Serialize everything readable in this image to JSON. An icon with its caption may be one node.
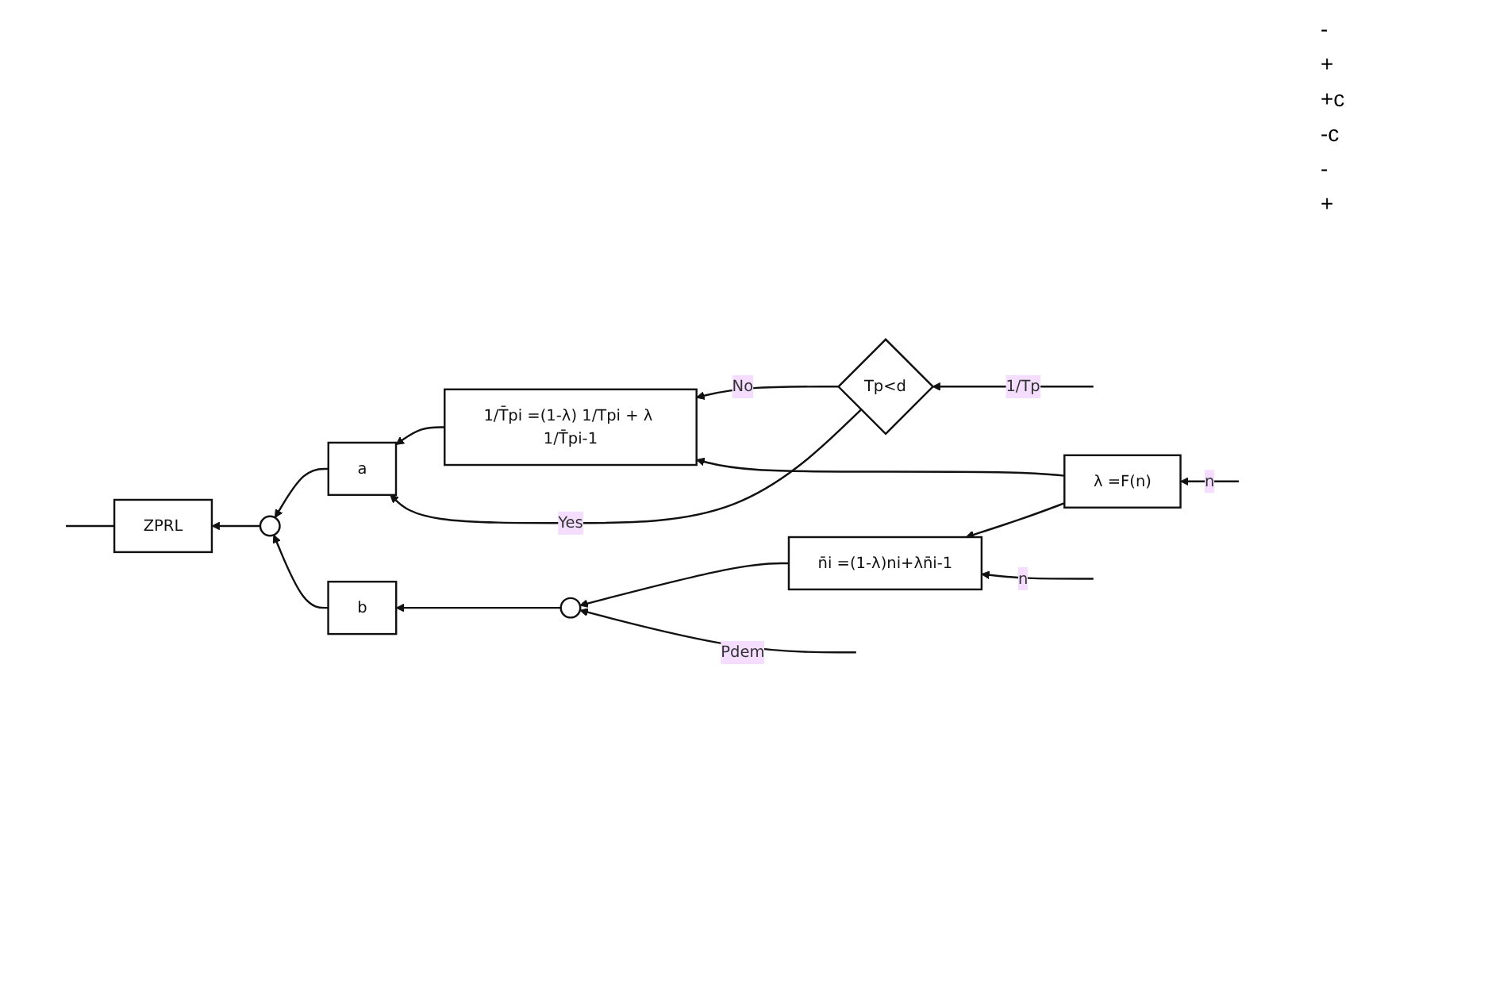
{
  "diagram": {
    "nodes": [
      {
        "text": [
          "ZPRL"
        ]
      },
      {
        "text": [],
        "shape": "circle"
      },
      {
        "text": [
          "a"
        ]
      },
      {
        "text": [
          "1/T̄pi =(1-λ) 1/Tpi + λ 1/T̄pi-1"
        ]
      },
      {
        "text": [
          "Tp<d"
        ]
      },
      {
        "text": [
          "λ =F(n)"
        ]
      },
      {
        "text": [
          "n̄i =(1-λ)ni+λn̄i-1"
        ]
      },
      {
        "text": [],
        "shape": "circle"
      },
      {
        "text": [
          "b"
        ]
      }
    ],
    "edges": [
      {
        "from": 1,
        "to": 0,
        "arrow": "to"
      },
      {
        "from": 0,
        "to": null,
        "arrow": "none"
      },
      {
        "from": 2,
        "to": 1,
        "arrow": "to"
      },
      {
        "from": 3,
        "to": 2,
        "arrow": "to"
      },
      {
        "from": 4,
        "to": 3,
        "label": "No",
        "arrow": "to"
      },
      {
        "from": 4,
        "to": 2,
        "label": "Yes",
        "arrow": "to"
      },
      {
        "from": null,
        "to": 4,
        "label": "1/Tp",
        "arrow": "to"
      },
      {
        "from": 5,
        "to": 3,
        "arrow": "to"
      },
      {
        "from": null,
        "to": 5,
        "label": "n",
        "arrow": "to"
      },
      {
        "from": 5,
        "to": 6,
        "arrow": "to"
      },
      {
        "from": null,
        "to": 6,
        "label": "n",
        "arrow": "to"
      },
      {
        "from": 6,
        "to": 7,
        "arrow": "to"
      },
      {
        "from": null,
        "to": 7,
        "label": "Pdem",
        "arrow": "to"
      },
      {
        "from": 7,
        "to": 8,
        "arrow": "to"
      },
      {
        "from": 8,
        "to": 1,
        "arrow": "to"
      }
    ],
    "labels": [
      "-",
      "+",
      "+c",
      "-c",
      "-",
      "+"
    ]
  }
}
